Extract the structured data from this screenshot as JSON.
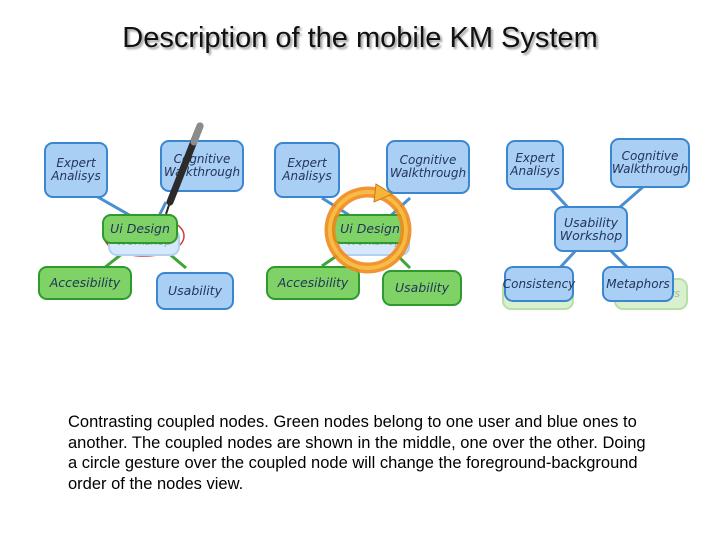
{
  "title": "Description of the mobile KM System",
  "panels": {
    "left": {
      "nodes": {
        "expert": "Expert Analisys",
        "cognitive": "Cognitive Walkthrough",
        "ui": "Ui Design",
        "ui_sub": "Workshop",
        "accessibility": "Accesibility",
        "usability": "Usability"
      }
    },
    "middle": {
      "nodes": {
        "expert": "Expert Analisys",
        "cognitive": "Cognitive Walkthrough",
        "ui": "Ui Design",
        "ui_sub": "Workshop",
        "accessibility": "Accesibility",
        "usability": "Usability"
      }
    },
    "right": {
      "nodes": {
        "expert": "Expert Analisys",
        "cognitive": "Cognitive Walkthrough",
        "workshop": "Usability Workshop",
        "consistency": "Consistency",
        "metaphors": "Metaphors"
      }
    }
  },
  "caption": "Contrasting coupled nodes. Green nodes belong to one user and blue ones to another. The coupled nodes are shown in the middle, one over the other.  Doing a circle gesture over the coupled node will change the foreground-background order of the nodes view.",
  "colors": {
    "blue_node": "#a9d0f4",
    "green_node": "#7fd266",
    "circle_gesture": "#f08a1c"
  },
  "icons": [
    "stylus-pen-icon",
    "circle-gesture-icon"
  ]
}
